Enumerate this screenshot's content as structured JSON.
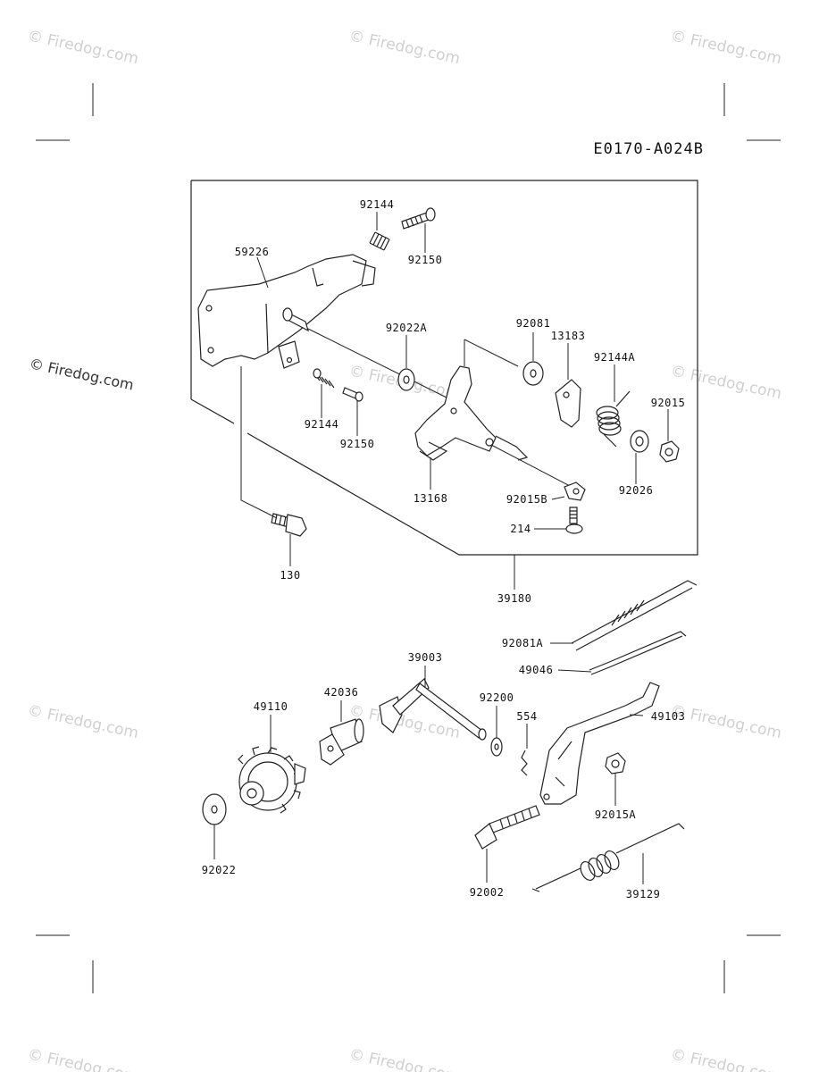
{
  "diagram_code": "E0170-A024B",
  "watermark_text": "© Firedog.com",
  "parts": {
    "p92144_top": "92144",
    "p92150_top": "92150",
    "p59226": "59226",
    "p92022A": "92022A",
    "p92081": "92081",
    "p13183": "13183",
    "p92144A": "92144A",
    "p92015": "92015",
    "p92144_low": "92144",
    "p92150_low": "92150",
    "p13168": "13168",
    "p92015B": "92015B",
    "p92026": "92026",
    "p214": "214",
    "p130": "130",
    "p39180": "39180",
    "p92081A": "92081A",
    "p49046": "49046",
    "p39003": "39003",
    "p42036": "42036",
    "p49110": "49110",
    "p92200": "92200",
    "p554": "554",
    "p49103": "49103",
    "p92015A": "92015A",
    "p92022": "92022",
    "p92002": "92002",
    "p39129": "39129"
  }
}
